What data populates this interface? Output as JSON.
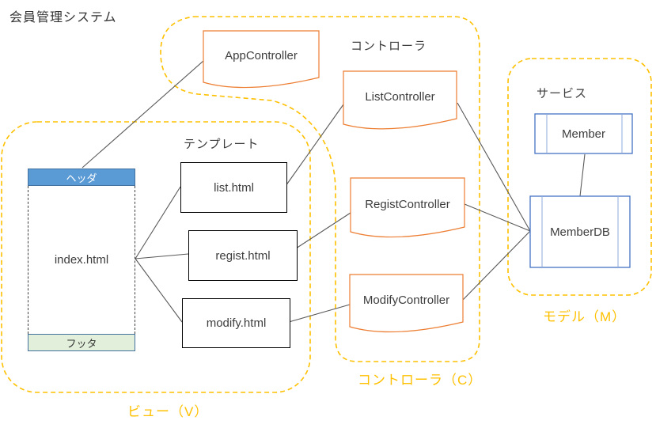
{
  "title": "会員管理システム",
  "groups": {
    "view": {
      "label": "ビュー（V）"
    },
    "controller": {
      "heading": "コントローラ",
      "label": "コントローラ（C）"
    },
    "model": {
      "heading": "サービス",
      "label": "モデル（M）"
    },
    "template": {
      "heading": "テンプレート"
    }
  },
  "nodes": {
    "app_controller": "AppController",
    "list_controller": "ListController",
    "regist_controller": "RegistController",
    "modify_controller": "ModifyController",
    "member": "Member",
    "member_db": "MemberDB",
    "index_html": "index.html",
    "header_bar": "ヘッダ",
    "footer_bar": "フッタ",
    "list_html": "list.html",
    "regist_html": "regist.html",
    "modify_html": "modify.html"
  },
  "colors": {
    "group_outline": "#FFC000",
    "group_label": "#FFC000",
    "controller_shape_border": "#ED7D31",
    "service_shape_border": "#4472C4",
    "service_inner_line": "#8FAADC",
    "header_fill": "#5B9BD5",
    "header_border": "#41719C",
    "footer_fill": "#E2EFDA",
    "connector": "#595959"
  }
}
